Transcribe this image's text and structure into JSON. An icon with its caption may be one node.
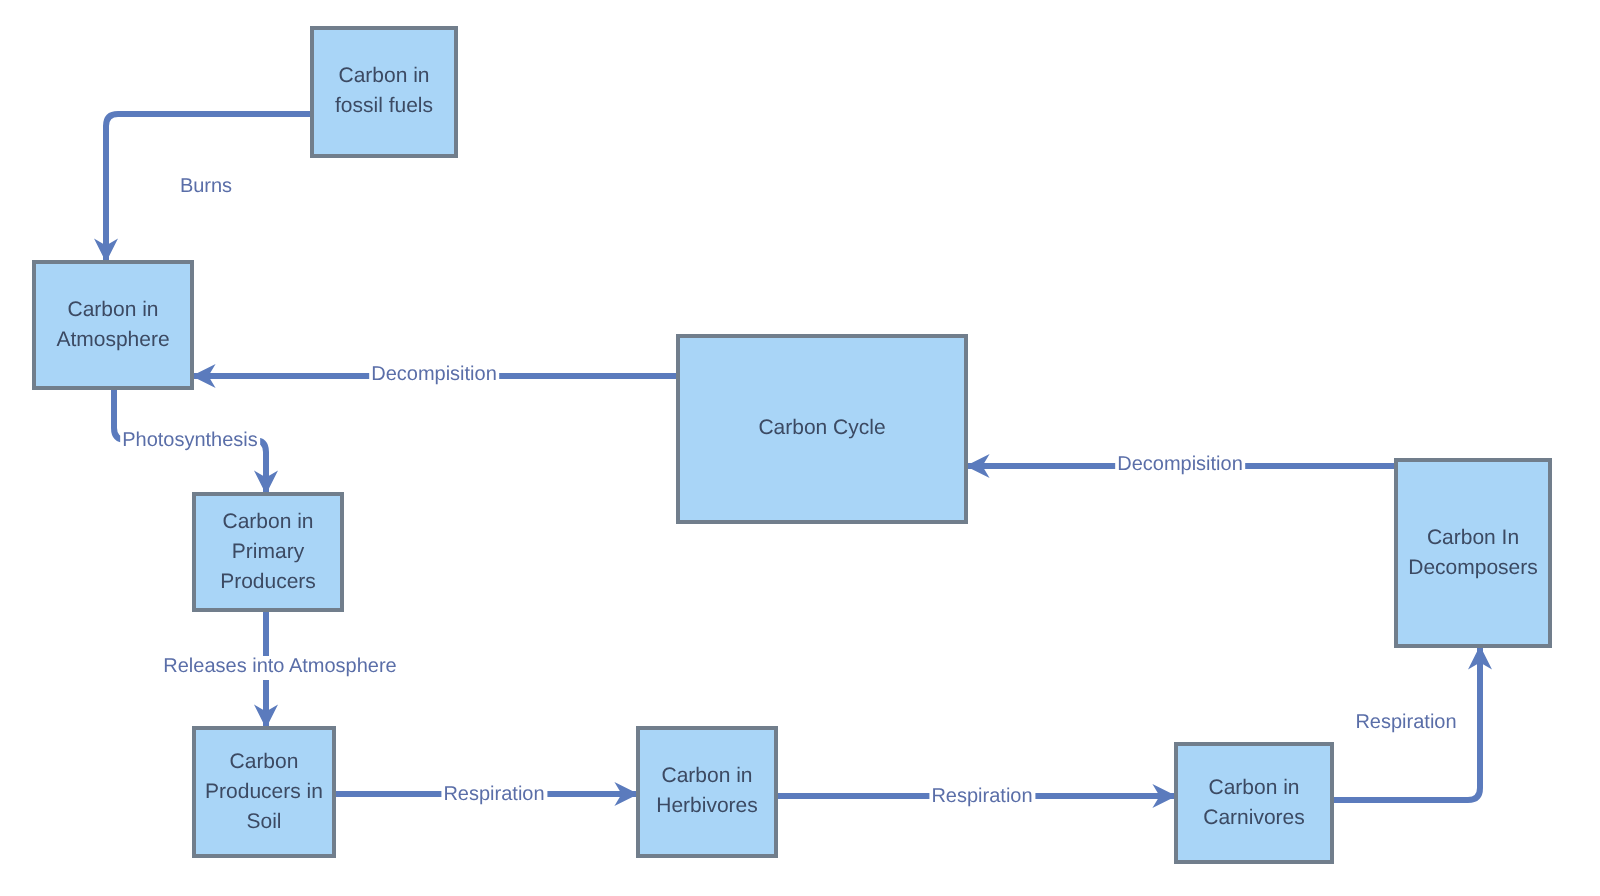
{
  "diagram": {
    "nodes": [
      {
        "text": [
          "Carbon in fossil fuels"
        ]
      },
      {
        "text": [
          "Carbon in Atmosphere"
        ]
      },
      {
        "text": [
          "Carbon in Primary Producers"
        ]
      },
      {
        "text": [
          "Carbon Producers in Soil"
        ]
      },
      {
        "text": [
          "Carbon in Herbivores"
        ]
      },
      {
        "text": [
          "Carbon in Carnivores"
        ]
      },
      {
        "text": [
          "Carbon In Decomposers"
        ]
      },
      {
        "text": [
          "Carbon Cycle"
        ]
      }
    ],
    "edges": [
      {
        "from": 0,
        "to": 1,
        "arrow": "to",
        "label": "Burns"
      },
      {
        "from": 7,
        "to": 1,
        "arrow": "to",
        "label": "Decompisition"
      },
      {
        "from": 1,
        "to": 2,
        "arrow": "to",
        "label": "Photosynthesis"
      },
      {
        "from": 2,
        "to": 3,
        "arrow": "to",
        "label": "Releases into Atmosphere"
      },
      {
        "from": 3,
        "to": 4,
        "arrow": "to",
        "label": "Respiration"
      },
      {
        "from": 4,
        "to": 5,
        "arrow": "to",
        "label": "Respiration"
      },
      {
        "from": 5,
        "to": 6,
        "arrow": "to",
        "label": "Respiration"
      },
      {
        "from": 6,
        "to": 7,
        "arrow": "to",
        "label": "Decompisition"
      }
    ]
  }
}
